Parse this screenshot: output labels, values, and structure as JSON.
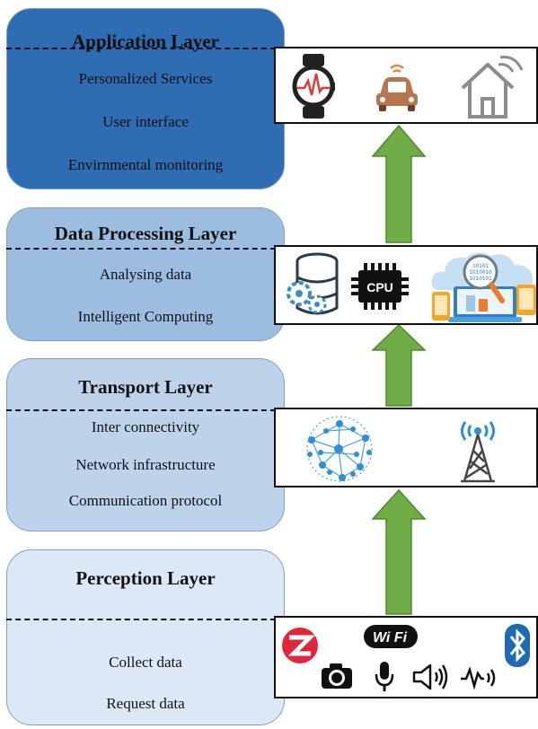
{
  "layers": {
    "application": {
      "title": "Application Layer",
      "items": [
        "Personalized Services",
        "User interface",
        "Envirnmental monitoring"
      ],
      "fill": "#2e6cb3",
      "icons": [
        "smartwatch-heartbeat-icon",
        "connected-car-icon",
        "smart-home-icon"
      ]
    },
    "processing": {
      "title": "Data Processing Layer",
      "items": [
        "Analysing data",
        "Intelligent Computing"
      ],
      "fill": "#9dbde0",
      "icons": [
        "database-gears-icon",
        "cpu-chip-icon",
        "cloud-devices-icon"
      ],
      "cpu_label": "CPU",
      "binary_text": [
        "10101",
        "1010010",
        "1010101"
      ]
    },
    "transport": {
      "title": "Transport Layer",
      "items": [
        "Inter connectivity",
        "Network infrastructure",
        "Communication protocol"
      ],
      "fill": "#bdd3ec",
      "icons": [
        "network-globe-icon",
        "cell-tower-icon"
      ]
    },
    "perception": {
      "title": "Perception Layer",
      "items": [
        "Collect data",
        "Request data"
      ],
      "fill": "#dde8f6",
      "icons": [
        "zigbee-icon",
        "wifi-icon",
        "bluetooth-icon",
        "camera-icon",
        "microphone-icon",
        "speaker-icon",
        "sensor-wave-icon"
      ],
      "wifi_label": "Wi Fi"
    }
  },
  "colors": {
    "arrow": "#70ad47",
    "arrow_border": "#4e8a2c",
    "border": "#111111"
  }
}
